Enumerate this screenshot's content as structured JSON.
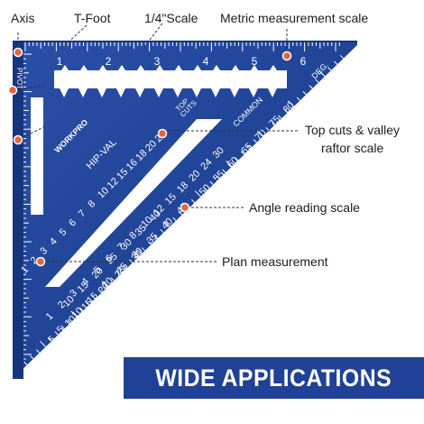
{
  "callouts": {
    "axis": "Axis",
    "t_foot": "T-Foot",
    "quarter_scale": "1/4\"Scale",
    "metric_scale": "Metric measurement  scale",
    "top_cuts_line1": "Top cuts & valley",
    "top_cuts_line2": "raftor scale",
    "angle_scale": "Angle reading scale",
    "plan_measurement": "Plan measurement"
  },
  "banner": {
    "text": "WIDE APPLICATIONS"
  },
  "square": {
    "brand": "WORKPRO",
    "pivot": "PIVOT",
    "deg": "DEG.",
    "top_cuts": [
      "TOP",
      "CUTS"
    ],
    "common": "COMMON",
    "hip_val": "HIP-VAL",
    "inch_numbers": [
      "1",
      "2",
      "3",
      "4",
      "5",
      "6"
    ],
    "hip_numbers": [
      "24",
      "20",
      "18",
      "16",
      "15",
      "12",
      "10",
      "8",
      "7",
      "6",
      "5",
      "4",
      "3",
      "2",
      "1"
    ],
    "common_numbers": [
      "30",
      "24",
      "20",
      "18",
      "15",
      "12",
      "10",
      "8",
      "7",
      "6",
      "5",
      "4",
      "3",
      "2",
      "1"
    ],
    "degree_outer": [
      "80",
      "75",
      "70",
      "65",
      "60",
      "55",
      "50"
    ],
    "degree_inner": [
      "45",
      "40",
      "35",
      "30",
      "25",
      "20",
      "15",
      "10",
      "5"
    ],
    "degree_lower": [
      "30",
      "25",
      "20",
      "15",
      "10",
      "5"
    ],
    "degree_mid": [
      "40",
      "35",
      "30",
      "25",
      "20",
      "15",
      "10"
    ]
  },
  "colors": {
    "blue": "#1f4196",
    "blue_dark": "#17357d",
    "marker": "#e8623c",
    "banner": "#1f4196"
  }
}
